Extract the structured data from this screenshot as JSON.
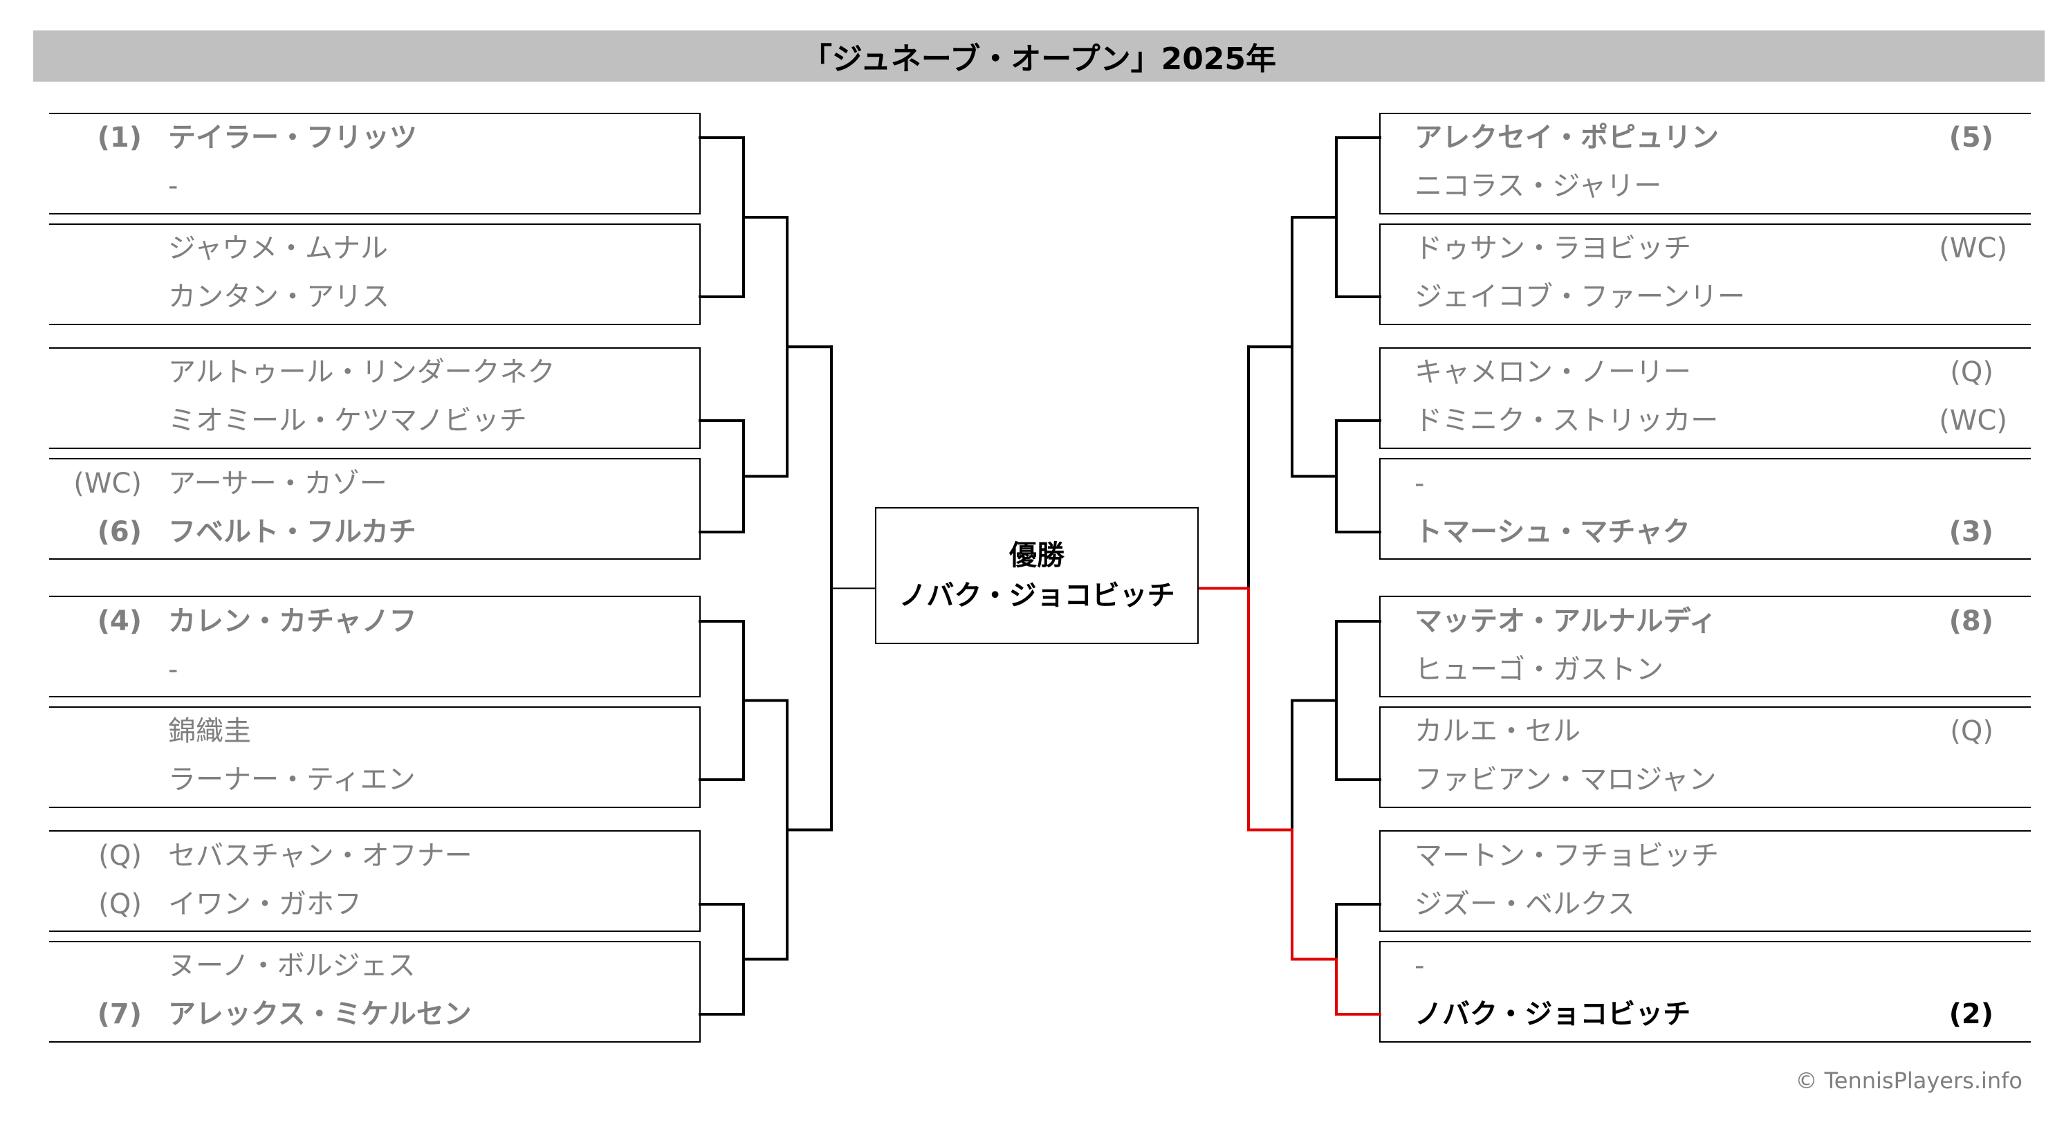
{
  "title": "「ジュネーブ・オープン」2025年",
  "champion": {
    "label": "優勝",
    "name": "ノバク・ジョコビッチ"
  },
  "copyright": "© TennisPlayers.info",
  "colors": {
    "title_bar": "#c0c0c0",
    "line": "#000000",
    "champion_path": "#e00000",
    "loser_text": "#7f7f7f",
    "champion_text": "#000000"
  },
  "left_players": [
    {
      "seed": "(1)",
      "name": "テイラー・フリッツ",
      "winner": true
    },
    {
      "seed": "",
      "name": "-",
      "winner": false
    },
    {
      "seed": "",
      "name": "ジャウメ・ムナル",
      "winner": false
    },
    {
      "seed": "",
      "name": "カンタン・アリス",
      "winner": false
    },
    {
      "seed": "",
      "name": "アルトゥール・リンダークネク",
      "winner": false
    },
    {
      "seed": "",
      "name": "ミオミール・ケツマノビッチ",
      "winner": false
    },
    {
      "seed": "(WC)",
      "name": "アーサー・カゾー",
      "winner": false
    },
    {
      "seed": "(6)",
      "name": "フベルト・フルカチ",
      "winner": true
    },
    {
      "seed": "(4)",
      "name": "カレン・カチャノフ",
      "winner": true
    },
    {
      "seed": "",
      "name": "-",
      "winner": false
    },
    {
      "seed": "",
      "name": "錦織圭",
      "winner": false
    },
    {
      "seed": "",
      "name": "ラーナー・ティエン",
      "winner": false
    },
    {
      "seed": "(Q)",
      "name": "セバスチャン・オフナー",
      "winner": false
    },
    {
      "seed": "(Q)",
      "name": "イワン・ガホフ",
      "winner": false
    },
    {
      "seed": "",
      "name": "ヌーノ・ボルジェス",
      "winner": false
    },
    {
      "seed": "(7)",
      "name": "アレックス・ミケルセン",
      "winner": true
    }
  ],
  "right_players": [
    {
      "seed": "(5)",
      "name": "アレクセイ・ポピュリン",
      "winner": true,
      "champion": false
    },
    {
      "seed": "",
      "name": "ニコラス・ジャリー",
      "winner": false,
      "champion": false
    },
    {
      "seed": "(WC)",
      "name": "ドゥサン・ラヨビッチ",
      "winner": false,
      "champion": false
    },
    {
      "seed": "",
      "name": "ジェイコブ・ファーンリー",
      "winner": false,
      "champion": false
    },
    {
      "seed": "(Q)",
      "name": "キャメロン・ノーリー",
      "winner": false,
      "champion": false
    },
    {
      "seed": "(WC)",
      "name": "ドミニク・ストリッカー",
      "winner": false,
      "champion": false
    },
    {
      "seed": "",
      "name": "-",
      "winner": false,
      "champion": false
    },
    {
      "seed": "(3)",
      "name": "トマーシュ・マチャク",
      "winner": true,
      "champion": false
    },
    {
      "seed": "(8)",
      "name": "マッテオ・アルナルディ",
      "winner": true,
      "champion": false
    },
    {
      "seed": "",
      "name": "ヒューゴ・ガストン",
      "winner": false,
      "champion": false
    },
    {
      "seed": "(Q)",
      "name": "カルエ・セル",
      "winner": false,
      "champion": false
    },
    {
      "seed": "",
      "name": "ファビアン・マロジャン",
      "winner": false,
      "champion": false
    },
    {
      "seed": "",
      "name": "マートン・フチョビッチ",
      "winner": false,
      "champion": false
    },
    {
      "seed": "",
      "name": "ジズー・ベルクス",
      "winner": false,
      "champion": false
    },
    {
      "seed": "",
      "name": "-",
      "winner": false,
      "champion": false
    },
    {
      "seed": "(2)",
      "name": "ノバク・ジョコビッチ",
      "winner": true,
      "champion": true
    }
  ]
}
